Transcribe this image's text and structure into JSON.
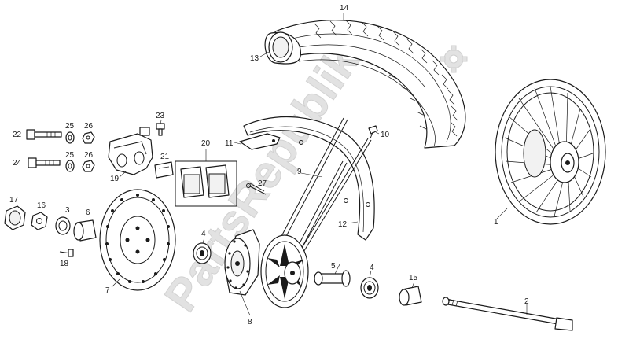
{
  "watermark": {
    "text": "PartsRepublik",
    "gear_icon": "gear-icon"
  },
  "callouts": {
    "p1": "1",
    "p2": "2",
    "p3": "3",
    "p4a": "4",
    "p4b": "4",
    "p5": "5",
    "p6": "6",
    "p7": "7",
    "p8": "8",
    "p9": "9",
    "p10": "10",
    "p11": "11",
    "p12": "12",
    "p13": "13",
    "p14": "14",
    "p15": "15",
    "p16": "16",
    "p17": "17",
    "p18": "18",
    "p19": "19",
    "p20": "20",
    "p21": "21",
    "p22": "22",
    "p23": "23",
    "p24": "24",
    "p25a": "25",
    "p25b": "25",
    "p26a": "26",
    "p26b": "26",
    "p27": "27"
  }
}
